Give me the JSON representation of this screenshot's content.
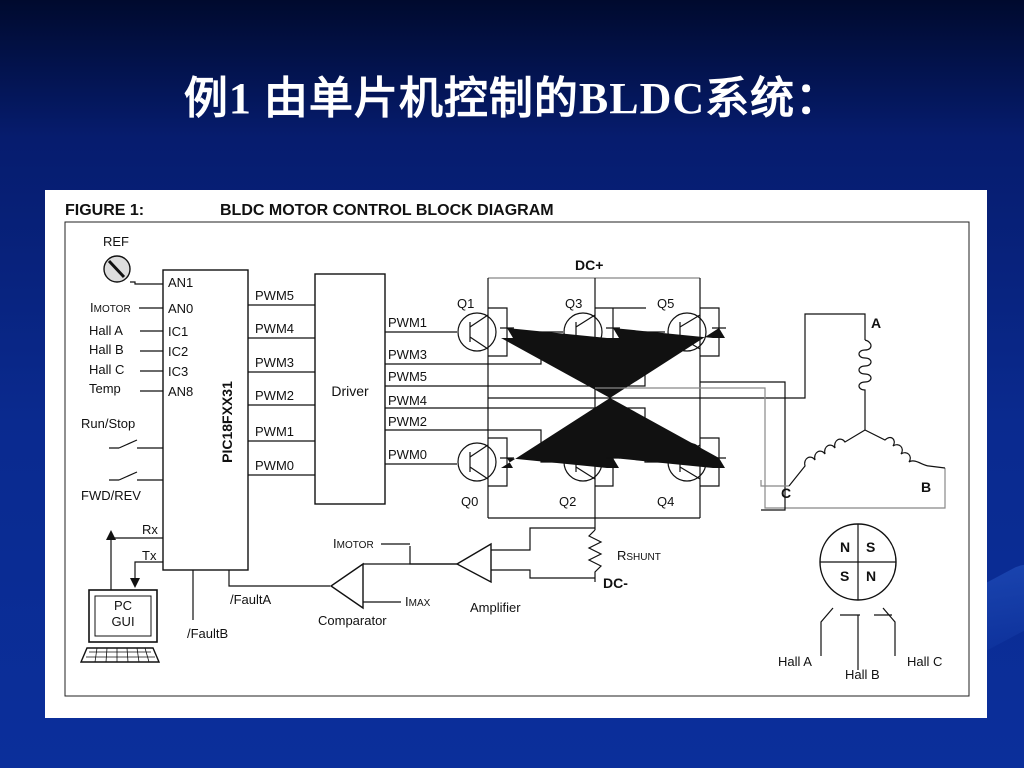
{
  "slide": {
    "title": "例1 由单片机控制的BLDC系统："
  },
  "figure": {
    "label": "FIGURE 1:",
    "caption": "BLDC MOTOR CONTROL BLOCK DIAGRAM",
    "mcu": "PIC18FXX31",
    "driver": "Driver",
    "ref": "REF",
    "imotor_prefix": "I",
    "imotor_suffix": "MOTOR",
    "inputs": [
      "Hall A",
      "Hall B",
      "Hall C",
      "Temp"
    ],
    "mcu_pins": [
      "AN1",
      "AN0",
      "IC1",
      "IC2",
      "IC3",
      "AN8"
    ],
    "pwm_mcu": [
      "PWM5",
      "PWM4",
      "PWM3",
      "PWM2",
      "PWM1",
      "PWM0"
    ],
    "pwm_bridge": [
      "PWM1",
      "PWM3",
      "PWM5",
      "PWM4",
      "PWM2",
      "PWM0"
    ],
    "run_stop": "Run/Stop",
    "fwd_rev": "FWD/REV",
    "rx": "Rx",
    "tx": "Tx",
    "pc_line1": "PC",
    "pc_line2": "GUI",
    "faultA": "/FaultA",
    "faultB": "/FaultB",
    "comparator": "Comparator",
    "amplifier": "Amplifier",
    "imax_prefix": "I",
    "imax_suffix": "MAX",
    "rshunt_prefix": "R",
    "rshunt_suffix": "SHUNT",
    "dc_plus": "DC+",
    "dc_minus": "DC-",
    "transistors_top": [
      "Q1",
      "Q3",
      "Q5"
    ],
    "transistors_bottom": [
      "Q0",
      "Q2",
      "Q4"
    ],
    "phases": [
      "A",
      "B",
      "C"
    ],
    "rotor": {
      "n": "N",
      "s": "S"
    },
    "hall_sensors": [
      "Hall A",
      "Hall B",
      "Hall C"
    ]
  }
}
